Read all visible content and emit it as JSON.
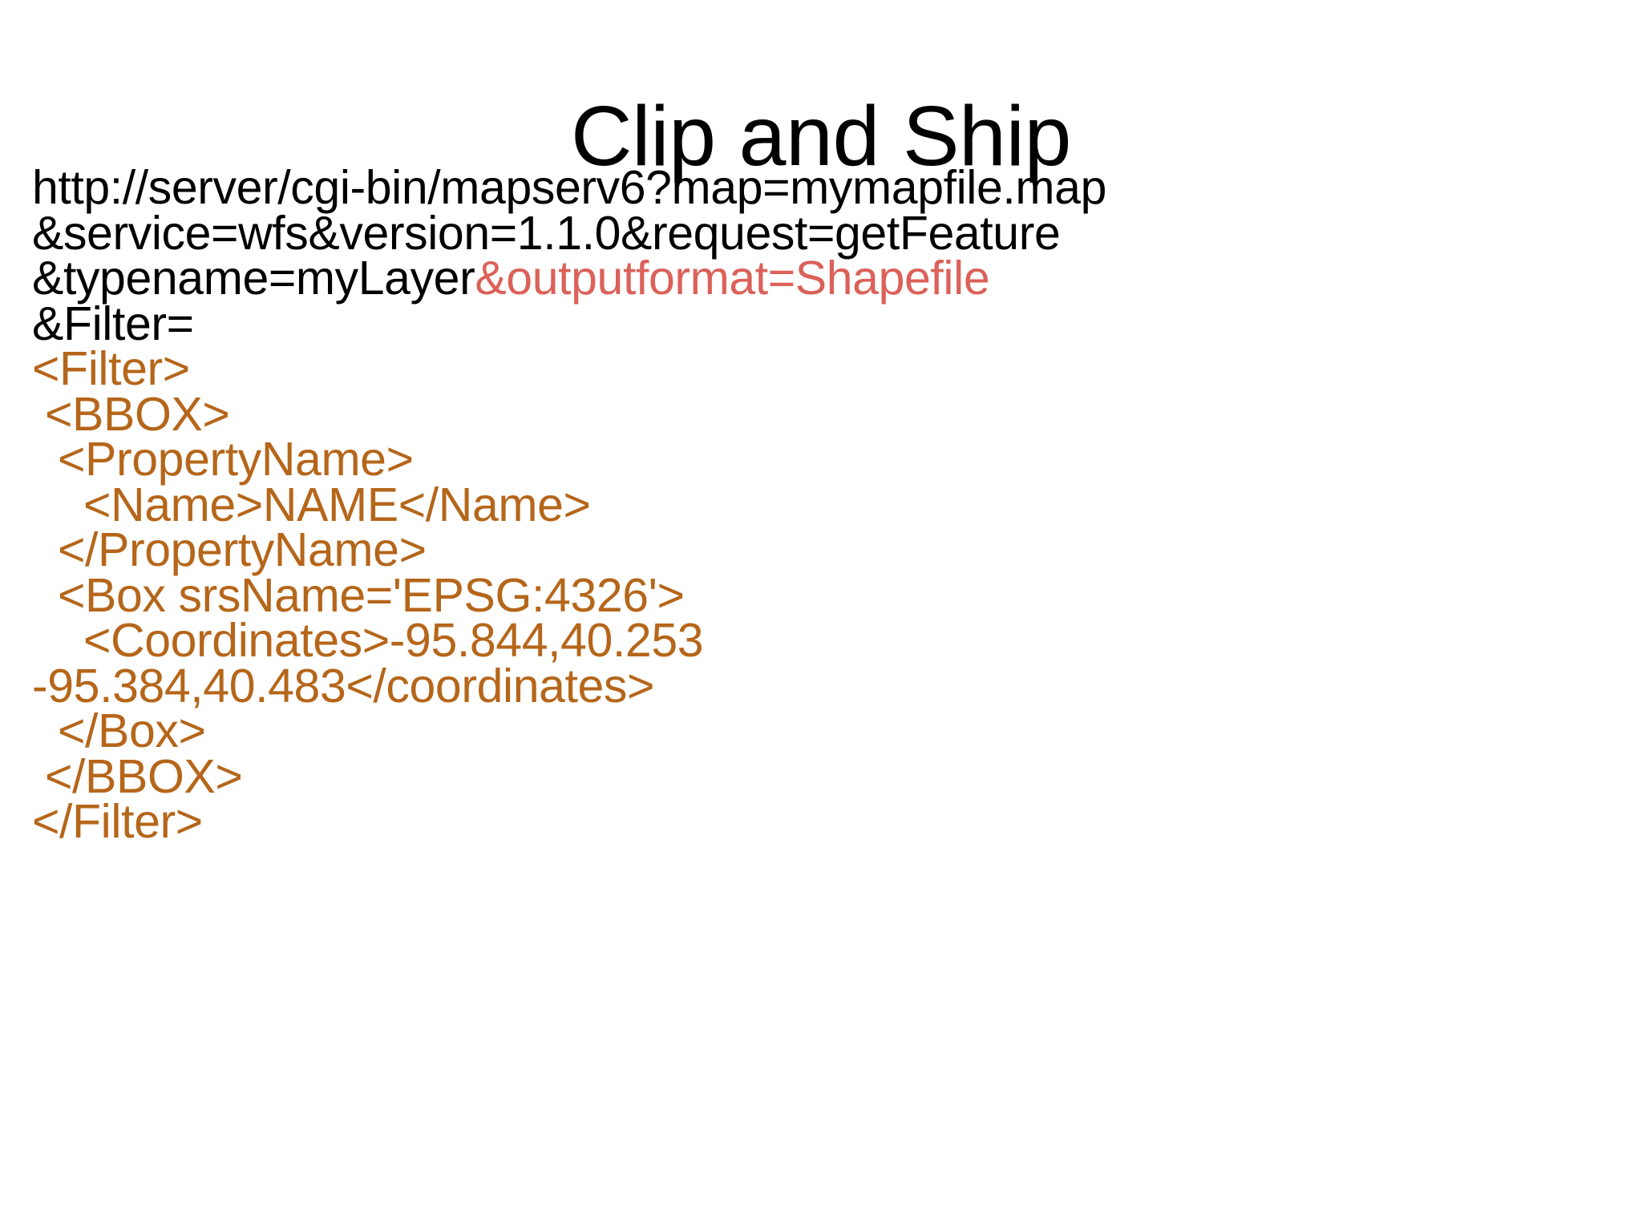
{
  "slide": {
    "title": "Clip and Ship",
    "background_color": "#ffffff",
    "colors": {
      "title_text": "#000000",
      "url_text": "#000000",
      "highlight_red": "#db6159",
      "xml_orange": "#b5661a"
    },
    "body_lines": [
      {
        "id": "line-1",
        "segments": [
          {
            "text": "http://server/cgi-bin/mapserv6?map=mymapfile.map",
            "color_role": "url_text"
          }
        ]
      },
      {
        "id": "line-2",
        "segments": [
          {
            "text": "&service=wfs&version=1.1.0&request=getFeature",
            "color_role": "url_text"
          }
        ]
      },
      {
        "id": "line-3",
        "segments": [
          {
            "text": "&typename=myLayer",
            "color_role": "url_text"
          },
          {
            "text": "&outputformat=Shapefile",
            "color_role": "highlight_red"
          }
        ]
      },
      {
        "id": "line-4",
        "segments": [
          {
            "text": "&Filter=",
            "color_role": "url_text"
          }
        ]
      },
      {
        "id": "line-5",
        "segments": [
          {
            "text": "<Filter>",
            "color_role": "xml_orange"
          }
        ]
      },
      {
        "id": "line-6",
        "segments": [
          {
            "text": " <BBOX>",
            "color_role": "xml_orange"
          }
        ]
      },
      {
        "id": "line-7",
        "segments": [
          {
            "text": "  <PropertyName>",
            "color_role": "xml_orange"
          }
        ]
      },
      {
        "id": "line-8",
        "segments": [
          {
            "text": "    <Name>NAME</Name>",
            "color_role": "xml_orange"
          }
        ]
      },
      {
        "id": "line-9",
        "segments": [
          {
            "text": "  </PropertyName>",
            "color_role": "xml_orange"
          }
        ]
      },
      {
        "id": "line-10",
        "segments": [
          {
            "text": "  <Box srsName='EPSG:4326'>",
            "color_role": "xml_orange"
          }
        ]
      },
      {
        "id": "line-11",
        "segments": [
          {
            "text": "    <Coordinates>-95.844,40.253",
            "color_role": "xml_orange"
          }
        ]
      },
      {
        "id": "line-12",
        "segments": [
          {
            "text": "-95.384,40.483</coordinates>",
            "color_role": "xml_orange"
          }
        ]
      },
      {
        "id": "line-13",
        "segments": [
          {
            "text": "  </Box>",
            "color_role": "xml_orange"
          }
        ]
      },
      {
        "id": "line-14",
        "segments": [
          {
            "text": " </BBOX>",
            "color_role": "xml_orange"
          }
        ]
      },
      {
        "id": "line-15",
        "segments": [
          {
            "text": "</Filter>",
            "color_role": "xml_orange"
          }
        ]
      }
    ]
  }
}
